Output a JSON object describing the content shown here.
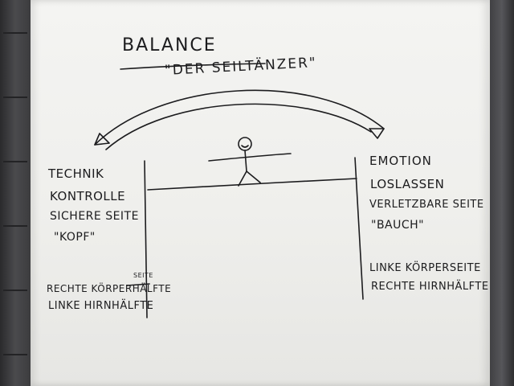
{
  "poster": {
    "title": "BALANCE",
    "subtitle": "\"DER SEILTÄNZER\"",
    "left_column": {
      "items": [
        "TECHNIK",
        "KONTROLLE",
        "SICHERE SEITE",
        "\"KOPF\""
      ],
      "bottom": [
        "RECHTE KÖRPERHÄLFTE",
        "SEITE",
        "LINKE HIRNHÄLFTE"
      ]
    },
    "right_column": {
      "items": [
        "EMOTION",
        "LOSLASSEN",
        "VERLETZBARE SEITE",
        "\"BAUCH\""
      ],
      "bottom": [
        "LINKE KÖRPERSEITE",
        "RECHTE HIRNHÄLFTE"
      ]
    }
  },
  "colors": {
    "ink": "#1c1c1e",
    "paper": "#f2f2f0",
    "frame": "#3a3a3c"
  },
  "icons": [
    "stick-figure-icon",
    "double-arrow-arc"
  ]
}
